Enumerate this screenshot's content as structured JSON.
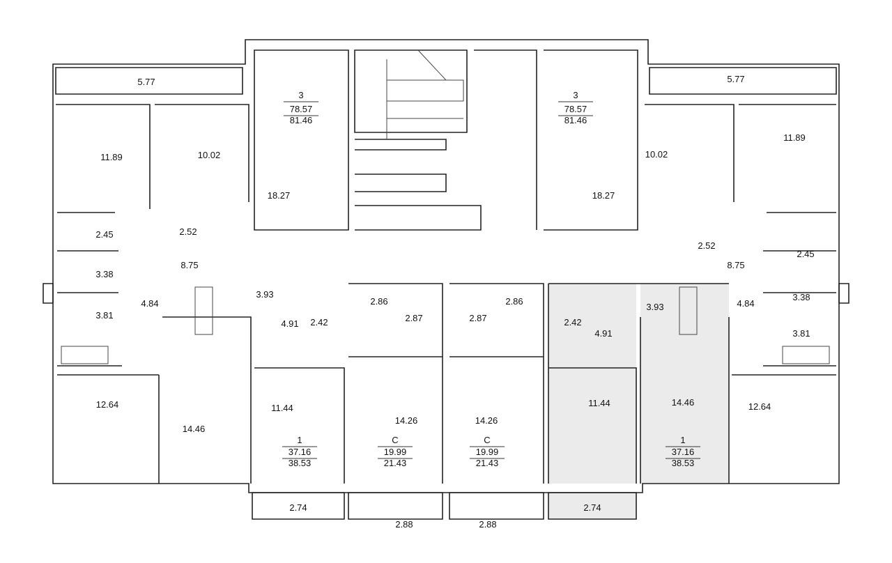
{
  "plan": {
    "shaded_color": "#ebebeb",
    "rooms_left": [
      "5.77",
      "11.89",
      "10.02",
      "18.27",
      "2.45",
      "2.52",
      "3.38",
      "8.75",
      "4.84",
      "3.93",
      "4.91",
      "2.42",
      "3.81",
      "12.64",
      "14.46",
      "11.44",
      "2.74",
      "2.86",
      "2.87",
      "14.26",
      "2.88"
    ],
    "rooms_right": [
      "5.77",
      "11.89",
      "10.02",
      "18.27",
      "2.52",
      "2.45",
      "8.75",
      "3.38",
      "4.84",
      "3.93",
      "4.91",
      "2.42",
      "3.81",
      "2.86",
      "2.87",
      "14.26",
      "2.88",
      "11.44",
      "14.46",
      "12.64",
      "2.74"
    ],
    "apartments": [
      {
        "rooms": "3",
        "living": "78.57",
        "total": "81.46"
      },
      {
        "rooms": "3",
        "living": "78.57",
        "total": "81.46"
      },
      {
        "rooms": "1",
        "living": "37.16",
        "total": "38.53"
      },
      {
        "rooms": "С",
        "living": "19.99",
        "total": "21.43"
      },
      {
        "rooms": "С",
        "living": "19.99",
        "total": "21.43"
      },
      {
        "rooms": "1",
        "living": "37.16",
        "total": "38.53"
      }
    ]
  }
}
